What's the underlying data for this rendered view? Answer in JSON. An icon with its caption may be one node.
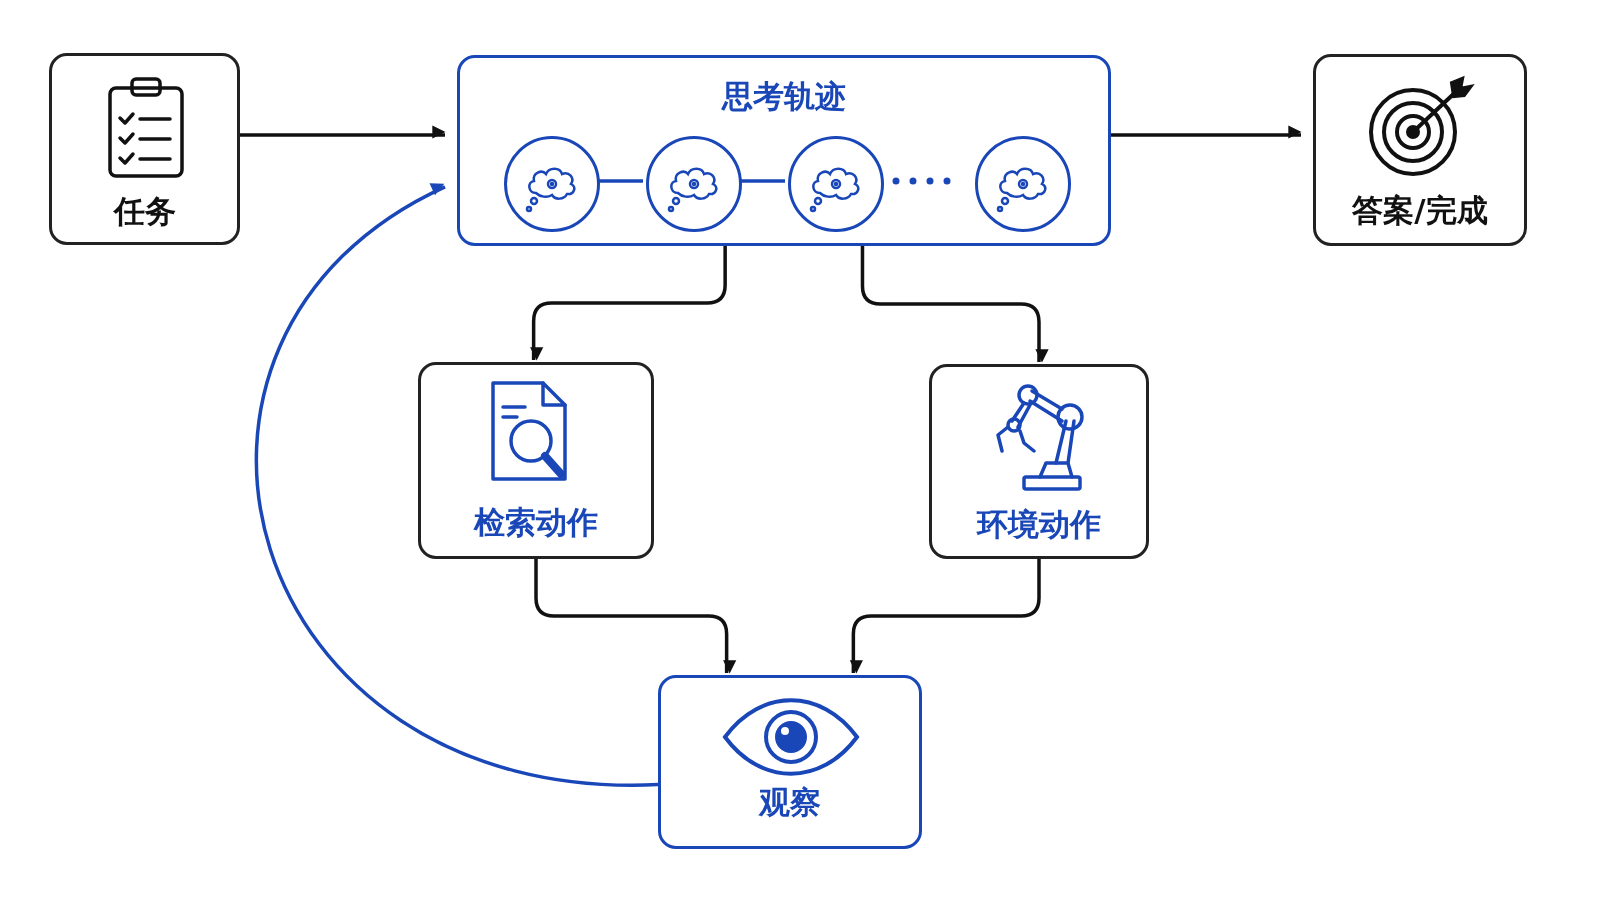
{
  "diagram": {
    "nodes": [
      {
        "text": [
          "任务"
        ]
      },
      {
        "text": [
          "思考轨迹"
        ]
      },
      {
        "text": [],
        "shape": "circle",
        "in": 1
      },
      {
        "text": [],
        "shape": "circle",
        "in": 1
      },
      {
        "text": [],
        "shape": "circle",
        "in": 1
      },
      {
        "text": [],
        "shape": "circle",
        "in": 1
      },
      {
        "text": [
          "答案/完成"
        ]
      },
      {
        "text": [
          "检索动作"
        ]
      },
      {
        "text": [
          "环境动作"
        ]
      },
      {
        "text": [
          "观察"
        ]
      }
    ],
    "edges": [
      {
        "from": 0,
        "to": 1,
        "arrow": "to"
      },
      {
        "from": 1,
        "to": 6,
        "arrow": "to"
      },
      {
        "from": 2,
        "to": 3,
        "arrow": "none",
        "color": "#1a47b8"
      },
      {
        "from": 3,
        "to": 4,
        "arrow": "none",
        "color": "#1a47b8"
      },
      {
        "from": 4,
        "to": 5,
        "arrow": "none",
        "style": "dashed",
        "color": "#1a47b8"
      },
      {
        "from": 1,
        "to": 7,
        "arrow": "to"
      },
      {
        "from": 1,
        "to": 8,
        "arrow": "to"
      },
      {
        "from": 7,
        "to": 9,
        "arrow": "to"
      },
      {
        "from": 8,
        "to": 9,
        "arrow": "to"
      },
      {
        "from": 9,
        "to": 1,
        "arrow": "to",
        "color": "#1a47b8"
      }
    ]
  }
}
